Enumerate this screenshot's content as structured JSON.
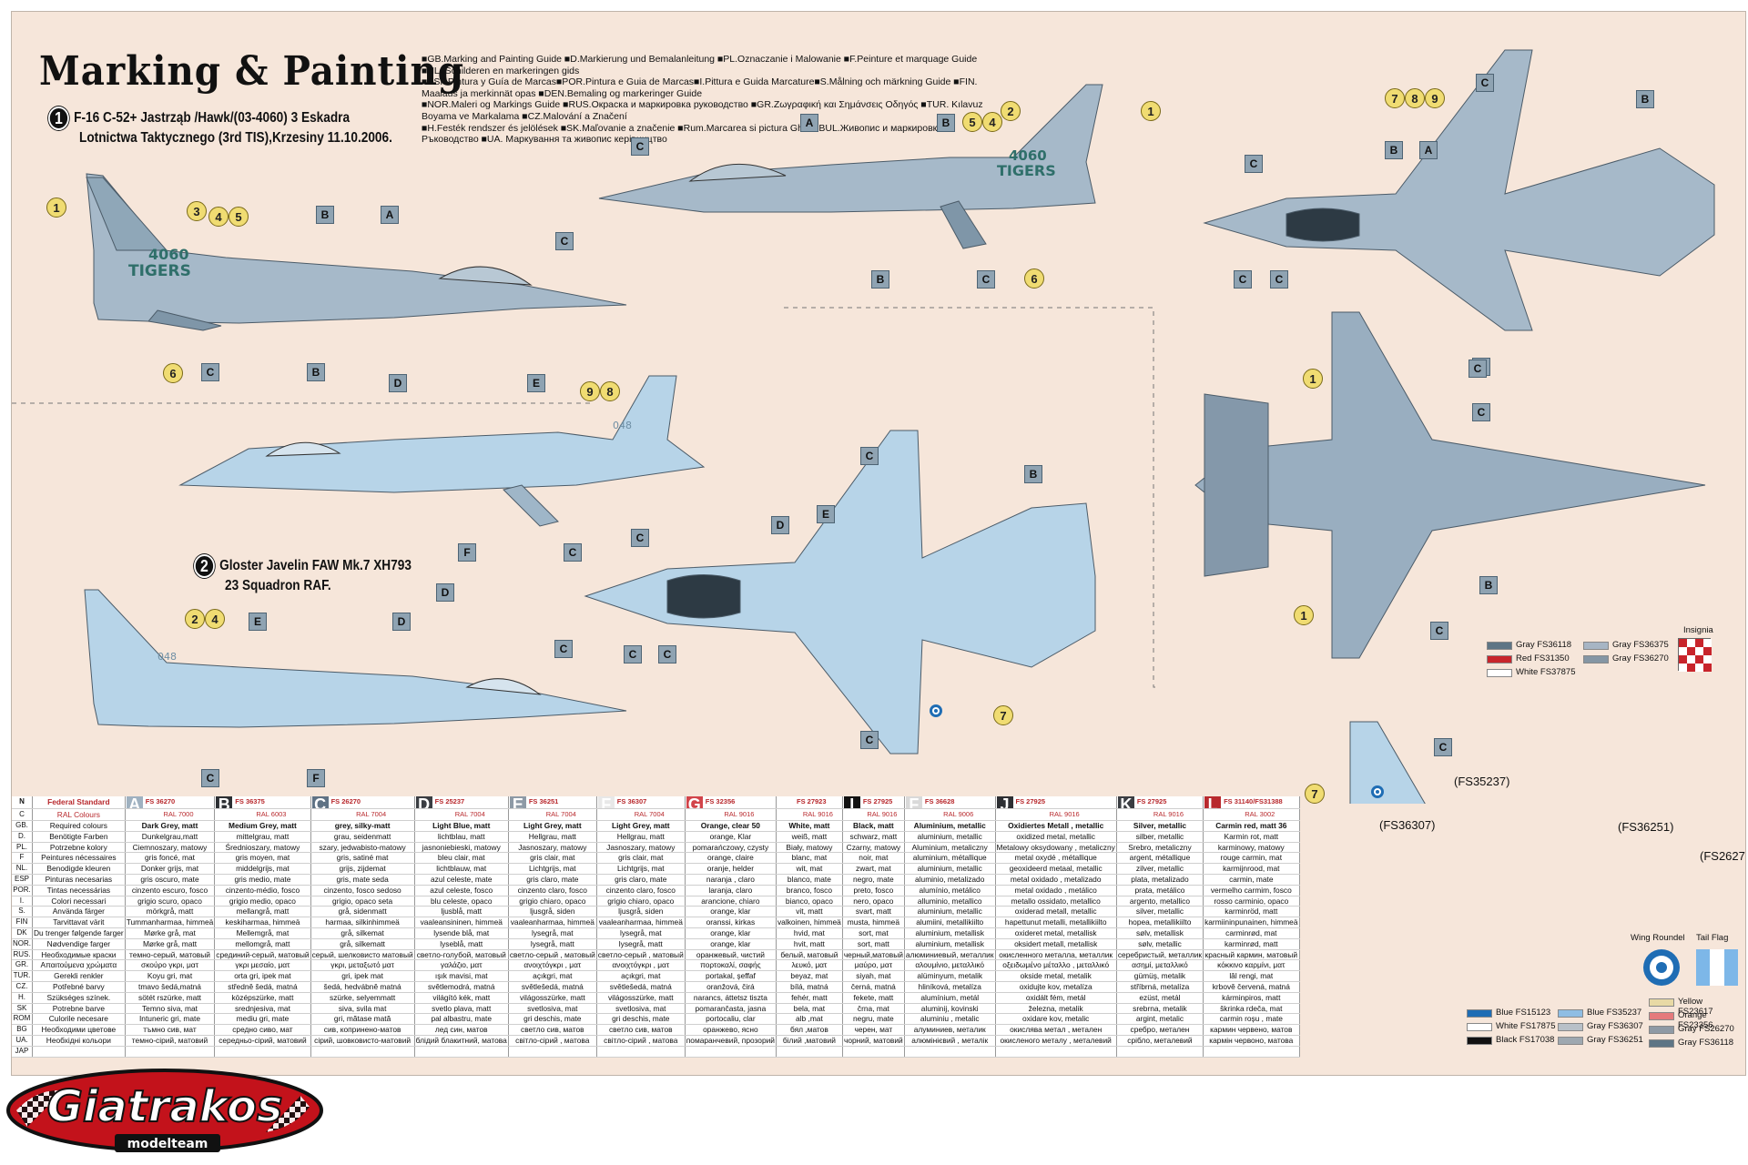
{
  "title": "Marking & Painting",
  "guide_lines": [
    "■GB.Marking and Painting Guide ■D.Markierung und Bemalanleitung ■PL.Oznaczanie i Malowanie ■F.Peinture et marquage Guide ■NL. Schilderen en markeringen gids",
    "■ESP.Pintura y Guía de Marcas■POR.Pintura e Guia de Marcas■I.Pittura e Guida Marcature■S.Målning och märkning Guide ■FIN. Maalaus ja merkinnät opas ■DEN.Bemaling og markeringer Guide",
    "■NOR.Maleri og Markings Guide ■RUS.Окраска и маркировка руководство ■GR.Ζωγραφική και Σημάνσεις Οδηγός ■TUR. Kılavuz Boyama ve Markalama ■CZ.Malování a Značení",
    "■H.Festék rendszer és jelölések ■SK.Maľovanie a značenie ■Rum.Marcarea si pictura Ghid ■BUL.Живопис и маркировка Ръководство ■UA. Маркування та живопис керівництво"
  ],
  "schemes": [
    {
      "number": "1",
      "line1": "F-16 C-52+ Jastrząb /Hawk/(03-4060) 3 Eskadra",
      "line2": "Lotnictwa Taktycznego (3rd TIS),Krzesiny 11.10.2006."
    },
    {
      "number": "2",
      "line1": "Gloster Javelin FAW Mk.7 XH793",
      "line2": "23 Squadron RAF."
    }
  ],
  "aircraft_text": {
    "serial": "4060",
    "unit": "TIGERS",
    "tail_code": "048"
  },
  "fs_callouts": [
    "(FS35237)",
    "(FS36307)",
    "(FS36251)",
    "(FS26270)"
  ],
  "legend_top": {
    "left": [
      {
        "label": "Gray FS36118",
        "color": "#5e7585"
      },
      {
        "label": "Red FS31350",
        "color": "#c8242b"
      },
      {
        "label": "White FS37875",
        "color": "#ffffff"
      }
    ],
    "right": [
      {
        "label": "Gray FS36375",
        "color": "#a7b5c4"
      },
      {
        "label": "Gray FS36270",
        "color": "#8596a4"
      }
    ],
    "insignia_label": "Insignia"
  },
  "legend_bottom": {
    "wing_roundel": "Wing Roundel",
    "tail_flag": "Tail Flag",
    "col1": [
      {
        "label": "Blue FS15123",
        "color": "#1f6db4"
      },
      {
        "label": "White FS17875",
        "color": "#ffffff"
      },
      {
        "label": "Black FS17038",
        "color": "#111111"
      }
    ],
    "col2": [
      {
        "label": "Blue FS35237",
        "color": "#8fbde3"
      },
      {
        "label": "Gray FS36307",
        "color": "#b8c0c8"
      },
      {
        "label": "Gray FS36251",
        "color": "#9ea8b0"
      }
    ],
    "col3": [
      {
        "label": "Yellow FS23617",
        "color": "#e8d9a5"
      },
      {
        "label": "Orange FS23356",
        "color": "#e57a7c"
      },
      {
        "label": "Gray FS26270",
        "color": "#8f9aa5"
      },
      {
        "label": "Gray FS36118",
        "color": "#5e7585"
      }
    ]
  },
  "table": {
    "languages": [
      "GB.",
      "D.",
      "PL.",
      "F",
      "NL.",
      "ESP",
      "POR.",
      "I.",
      "S.",
      "FIN",
      "DK",
      "NOR.",
      "RUS.",
      "GR.",
      "TUR.",
      "CZ.",
      "H.",
      "SK",
      "ROM",
      "BG",
      "UA.",
      "JAP"
    ],
    "descriptions": [
      "Required colours",
      "Benötigte Farben",
      "Potrzebne kolory",
      "Peintures nécessaires",
      "Benodigde kleuren",
      "Pinturas necesarias",
      "Tintas necessárias",
      "Colori necessari",
      "Använda färger",
      "Tarvittavat värit",
      "Du trenger følgende farger",
      "Nødvendige farger",
      "Необходимые краски",
      "Απαιτούμενα χρώματα",
      "Gerekli renkler",
      "Potřebné barvy",
      "Szükséges színek.",
      "Potrebne barve",
      "Culorile necesare",
      "Необходими цветове",
      "Необхідні кольори",
      ""
    ],
    "header_row1_label": "Federal Standard",
    "header_row2_label": "RAL Colours",
    "columns": [
      {
        "letter": "A",
        "bg": "#9fb1c0",
        "fs": "FS 36270",
        "ral": "RAL 7000",
        "values": [
          "Dark Grey, matt",
          "Dunkelgrau,matt",
          "Ciemnoszary, matowy",
          "gris foncé, mat",
          "Donker grijs, mat",
          "gris oscuro, mate",
          "cinzento escuro, fosco",
          "grigio scuro, opaco",
          "mörkgrå, matt",
          "Tummanharmaa, himmeä",
          "Mørke grå, mat",
          "Mørke grå, matt",
          "темно-серый, матовый",
          "σκούρο γκρι, ματ",
          "Koyu gri, mat",
          "tmavo šedá,matná",
          "sötét rszürke, matt",
          "Temno siva, mat",
          "Intuneric gri, mate",
          "тъмно сив, мат",
          "темно-сірий, матовий",
          ""
        ]
      },
      {
        "letter": "B",
        "bg": "#2c2f33",
        "fs": "FS 36375",
        "ral": "RAL 6003",
        "values": [
          "Medium Grey, matt",
          "mittelgrau, matt",
          "Średnioszary, matowy",
          "gris moyen, mat",
          "middelgrijs, mat",
          "gris medio, mate",
          "cinzento-médio, fosco",
          "grigio medio, opaco",
          "mellangrå, matt",
          "keskiharmaa, himmeä",
          "Mellemgrå, mat",
          "mellomgrå, matt",
          "срединий-серый, матовый",
          "γκρι μεσαίο, ματ",
          "orta gri, ipek mat",
          "středně šedá, matná",
          "középszürke, matt",
          "srednjesiva, mat",
          "mediu gri, mate",
          "средно сиво, мат",
          "середньо-сірий, матовий",
          ""
        ]
      },
      {
        "letter": "C",
        "bg": "#5f7284",
        "fs": "FS 26270",
        "ral": "RAL 7004",
        "values": [
          "grey, silky-matt",
          "grau, seidenmatt",
          "szary, jedwabisto-matowy",
          "gris, satiné mat",
          "grijs, zijdemat",
          "gris, mate seda",
          "cinzento, fosco sedoso",
          "grigio, opaco seta",
          "grå, sidenmatt",
          "harmaa, silkinhimmeä",
          "grå, silkemat",
          "grå, silkematt",
          "серый, шелковисто матовый",
          "γκρι, μεταξωτό ματ",
          "gri, ipek mat",
          "šedá, hedvábně matná",
          "szürke, selyemmatt",
          "siva, svila mat",
          "gri, mătase mată",
          "сив, копринено-матов",
          "сірий, шовковисто-матовий",
          ""
        ]
      },
      {
        "letter": "D",
        "bg": "#3a3d42",
        "fs": "FS 25237",
        "ral": "RAL 7004",
        "values": [
          "Light Blue, matt",
          "lichtblau, matt",
          "jasnoniebieski, matowy",
          "bleu clair, mat",
          "lichtblauw, mat",
          "azul celeste, mate",
          "azul celeste, fosco",
          "blu celeste, opaco",
          "ljusblå, matt",
          "vaaleansininen, himmeä",
          "lysende blå, mat",
          "lyseblå, matt",
          "светло-голубой, матовый",
          "γαλάζιο, ματ",
          "ışık mavisi, mat",
          "světlemodrá, matná",
          "világító kék, matt",
          "svetlo plava, matt",
          "pal albastru, mate",
          "лед син, матов",
          "блідий блакитний, матова",
          ""
        ]
      },
      {
        "letter": "E",
        "bg": "#8e9aa6",
        "fs": "FS 36251",
        "ral": "RAL 7004",
        "values": [
          "Light Grey, matt",
          "Hellgrau, matt",
          "Jasnoszary, matowy",
          "gris clair, mat",
          "Lichtgrijs, mat",
          "gris claro, mate",
          "cinzento claro, fosco",
          "grigio chiaro, opaco",
          "ljusgrå, siden",
          "vaaleanharmaa, himmeä",
          "lysegrå, mat",
          "lysegrå, matt",
          "светло-серый , матовый",
          "ανοιχτόγκρι , ματ",
          "açıkgri, mat",
          "světlešedá, matná",
          "világosszürke, matt",
          "svetlosiva, mat",
          "gri deschis, mate",
          "светло сив, матов",
          "світло-сірий , матова",
          ""
        ]
      },
      {
        "letter": "F",
        "bg": "#e8e8e8",
        "fs": "FS 36307",
        "ral": "RAL 7004",
        "values": [
          "Light Grey, matt",
          "Hellgrau, matt",
          "Jasnoszary, matowy",
          "gris clair, mat",
          "Lichtgrijs, mat",
          "gris claro, mate",
          "cinzento claro, fosco",
          "grigio chiaro, opaco",
          "ljusgrå, siden",
          "vaaleanharmaa, himmeä",
          "lysegrå, mat",
          "lysegrå, matt",
          "светло-серый , матовый",
          "ανοιχτόγκρι , ματ",
          "açıkgri, mat",
          "světlešedá, matná",
          "világosszürke, matt",
          "svetlosiva, mat",
          "gri deschis, mate",
          "светло сив, матов",
          "світло-сірий , матова",
          ""
        ]
      },
      {
        "letter": "G",
        "bg": "#d2444a",
        "fs": "FS 32356",
        "ral": "RAL 9016",
        "values": [
          "Orange, clear 50",
          "orange, Klar",
          "pomarańczowy, czysty",
          "orange, claire",
          "oranje, helder",
          "naranja , claro",
          "laranja, claro",
          "arancione, chiaro",
          "orange, klar",
          "oranssi, kirkas",
          "orange, klar",
          "orange, klar",
          "оранжевый, чистий",
          "πορτοκαλί, σαφής",
          "portakal, şeffaf",
          "oranžová, čirá",
          "narancs, áttetsz tiszta",
          "pomarančasta, jasna",
          "portocaliu, clar",
          "оранжево, ясно",
          "помаранчевий, прозорий",
          ""
        ]
      },
      {
        "letter": "H",
        "bg": "#ffffff",
        "fs": "FS 27923",
        "ral": "RAL 9016",
        "values": [
          "White, matt",
          "weiß, matt",
          "Biały, matowy",
          "blanc, mat",
          "wit, mat",
          "blanco, mate",
          "branco, fosco",
          "bianco, opaco",
          "vit, matt",
          "valkoinen, himmeä",
          "hvid, mat",
          "hvit, matt",
          "белый, матовый",
          "λευκό, ματ",
          "beyaz, mat",
          "bílá, matná",
          "fehér, matt",
          "bela, mat",
          "alb ,mat",
          "бял ,матов",
          "білий ,матовий",
          ""
        ]
      },
      {
        "letter": "I",
        "bg": "#111111",
        "fs": "FS 27925",
        "ral": "RAL 9016",
        "values": [
          "Black, matt",
          "schwarz, matt",
          "Czarny, matowy",
          "noir, mat",
          "zwart, mat",
          "negro, mate",
          "preto, fosco",
          "nero, opaco",
          "svart, matt",
          "musta, himmeä",
          "sort, mat",
          "sort, matt",
          "черный,матовый",
          "μαύρο, ματ",
          "siyah, mat",
          "černá, matná",
          "fekete, matt",
          "črna, mat",
          "negru, mate",
          "черен, мат",
          "чорний, матовий",
          ""
        ]
      },
      {
        "letter": "F",
        "bg": "#d9d9d9",
        "fs": "FS 36628",
        "ral": "RAL 9006",
        "values": [
          "Aluminium, metallic",
          "aluminium, metallic",
          "Aluminium, metaliczny",
          "aluminium, métallique",
          "aluminium, metallic",
          "aluminio, metalizado",
          "alumínio, metálico",
          "alluminio, metallico",
          "aluminium, metallic",
          "alumiini, metallikiilto",
          "aluminium, metallisk",
          "aluminium, metallisk",
          "алюминиевый, металлик",
          "αλουμίνιο, μεταλλικό",
          "alüminyum, metalik",
          "hliníková, metalíza",
          "alumínium, metál",
          "aluminij, kovinski",
          "aluminiu , metalic",
          "алуминиев, металик",
          "алюмінієвий , металік",
          ""
        ]
      },
      {
        "letter": "J",
        "bg": "#2d2f33",
        "fs": "FS 27925",
        "ral": "RAL 9016",
        "values": [
          "Oxidiertes Metall , metallic",
          "oxidized metal, metallic",
          "Metalowy oksydowany , metaliczny",
          "metal oxydé , métallique",
          "geoxideerd metaal, metallic",
          "metal oxidado , metalizado",
          "metal oxidado , metálico",
          "metallo ossidato, metallico",
          "oxiderad metall, metallic",
          "hapettunut metalli, metallikiilto",
          "oxideret metal, metallisk",
          "oksidert metall, metallisk",
          "окисленного металла, металлик",
          "οξειδωμένο μέταλλο , μεταλλικό",
          "okside metal, metalik",
          "oxidujte kov, metalíza",
          "oxidált fém, metál",
          "železna, metalik",
          "oxidare kov, metalic",
          "окислява метал , метален",
          "окисленого металу , металевий",
          ""
        ]
      },
      {
        "letter": "K",
        "bg": "#3a3d42",
        "fs": "FS 27925",
        "ral": "RAL 9016",
        "values": [
          "Silver, metallic",
          "silber, metallic",
          "Srebro, metaliczny",
          "argent, métallique",
          "zilver, metallic",
          "plata, metalizado",
          "prata, metálico",
          "argento, metallico",
          "silver, metallic",
          "hopea, metallikiilto",
          "sølv, metallisk",
          "sølv, metallic",
          "серебристый, металлик",
          "ασημί, μεταλλικό",
          "gümüş, metalik",
          "stříbrná, metalíza",
          "ezüst, metál",
          "srebrna, metalik",
          "argint, metalic",
          "сребро, метален",
          "срібло, металевий",
          ""
        ]
      },
      {
        "letter": "L",
        "bg": "#b8292d",
        "fs": "FS 31140/FS31388",
        "ral": "RAL 3002",
        "values": [
          "Carmin red, matt 36",
          "Karmin rot, matt",
          "karminowy, matowy",
          "rouge carmin, mat",
          "karmijnrood, mat",
          "carmin, mate",
          "vermelho carmim, fosco",
          "rosso carminio, opaco",
          "karminröd, matt",
          "karmiininpunainen, himmeä",
          "carminrød, mat",
          "karminrød, matt",
          "красный кармин, матовый",
          "κόκκινο καρμίνι, ματ",
          "lâl rengi, mat",
          "krbově červená, matná",
          "kárminpiros, matt",
          "škrinka rdeča, mat",
          "carmin roșu , mate",
          "кармин червено, матов",
          "кармін червоно, матова",
          ""
        ]
      }
    ]
  },
  "logo": {
    "brand": "Giatrakos",
    "sub": "modelteam"
  }
}
